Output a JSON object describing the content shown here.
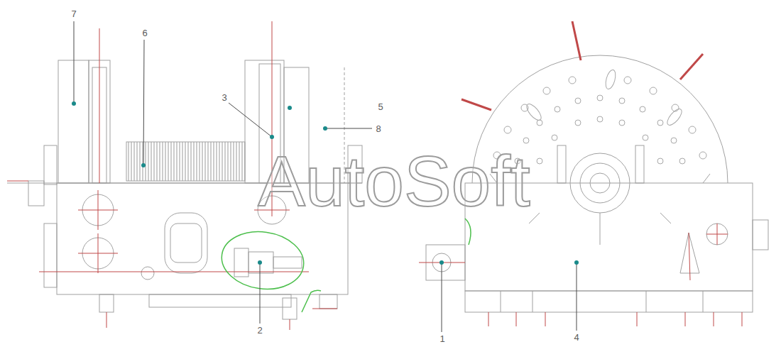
{
  "diagram": {
    "labels": [
      "7",
      "6",
      "3",
      "5",
      "8",
      "2",
      "1",
      "4",
      "AutoSoft"
    ]
  }
}
